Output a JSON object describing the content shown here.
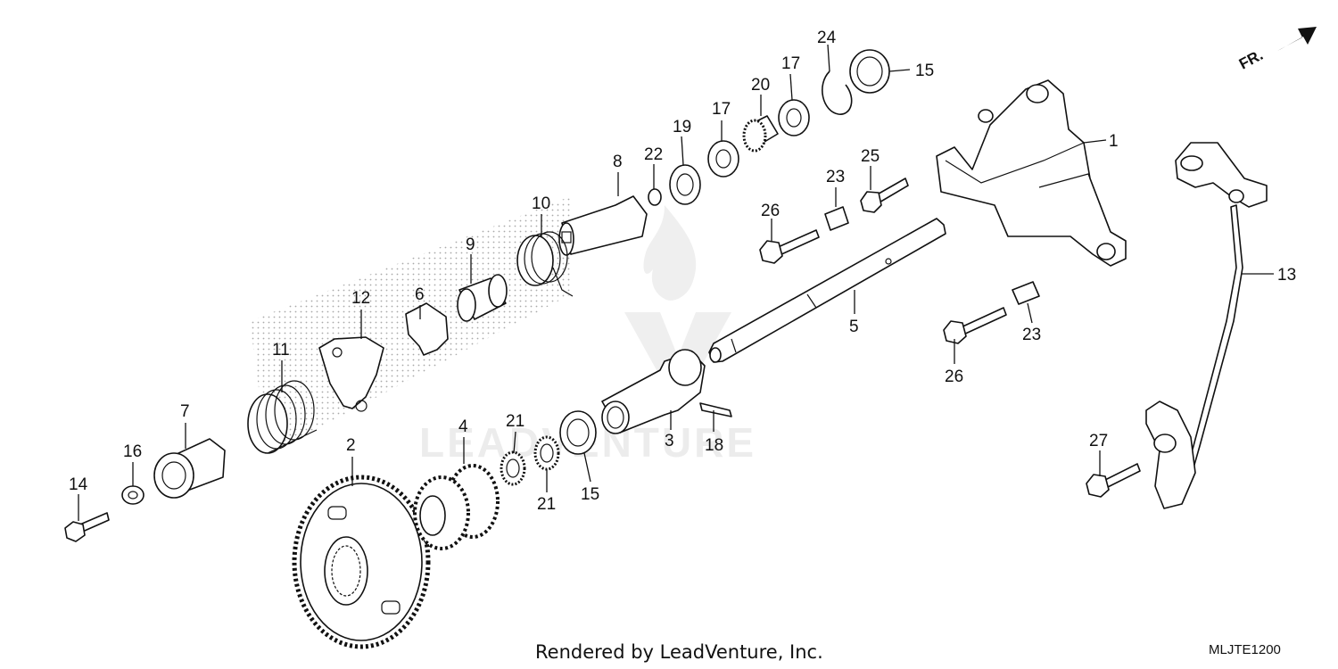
{
  "diagram": {
    "watermark": "LEADVENTURE",
    "direction_label": "FR.",
    "footer_text": "Rendered by LeadVenture, Inc.",
    "diagram_code": "MLJTE1200",
    "callouts": [
      {
        "id": "1",
        "label": "1"
      },
      {
        "id": "2",
        "label": "2"
      },
      {
        "id": "3",
        "label": "3"
      },
      {
        "id": "4",
        "label": "4"
      },
      {
        "id": "5",
        "label": "5"
      },
      {
        "id": "6",
        "label": "6"
      },
      {
        "id": "7",
        "label": "7"
      },
      {
        "id": "8",
        "label": "8"
      },
      {
        "id": "9",
        "label": "9"
      },
      {
        "id": "10",
        "label": "10"
      },
      {
        "id": "11",
        "label": "11"
      },
      {
        "id": "12",
        "label": "12"
      },
      {
        "id": "13",
        "label": "13"
      },
      {
        "id": "14",
        "label": "14"
      },
      {
        "id": "15a",
        "label": "15"
      },
      {
        "id": "15b",
        "label": "15"
      },
      {
        "id": "16",
        "label": "16"
      },
      {
        "id": "17a",
        "label": "17"
      },
      {
        "id": "17b",
        "label": "17"
      },
      {
        "id": "18",
        "label": "18"
      },
      {
        "id": "19",
        "label": "19"
      },
      {
        "id": "20",
        "label": "20"
      },
      {
        "id": "21a",
        "label": "21"
      },
      {
        "id": "21b",
        "label": "21"
      },
      {
        "id": "22",
        "label": "22"
      },
      {
        "id": "23a",
        "label": "23"
      },
      {
        "id": "23b",
        "label": "23"
      },
      {
        "id": "24",
        "label": "24"
      },
      {
        "id": "25",
        "label": "25"
      },
      {
        "id": "26a",
        "label": "26"
      },
      {
        "id": "26b",
        "label": "26"
      },
      {
        "id": "27",
        "label": "27"
      }
    ]
  }
}
